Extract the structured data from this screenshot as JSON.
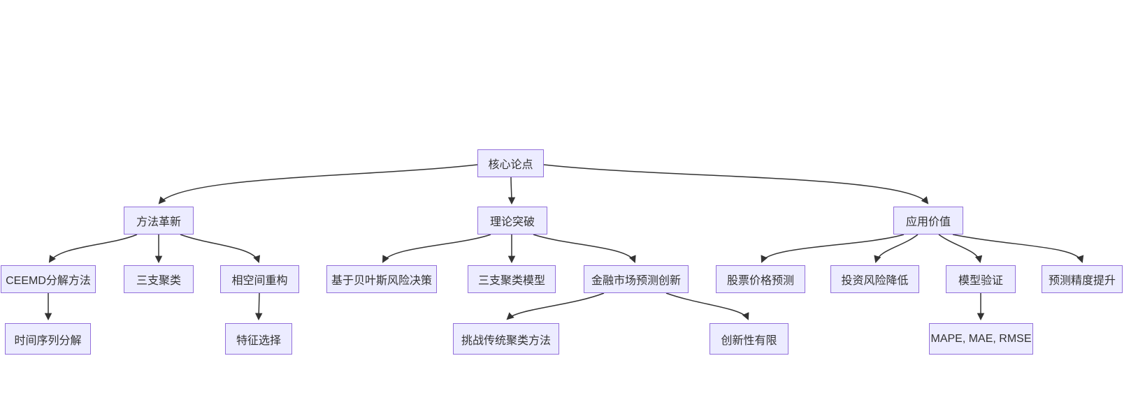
{
  "diagram": {
    "type": "flowchart-top-down",
    "colors": {
      "background": "#ffffff",
      "node_fill": "#ECECFF",
      "node_border": "#9370DB",
      "text": "#333333",
      "edge": "#333333"
    },
    "nodes": {
      "core-thesis": "核心论点",
      "method-innovation": "方法革新",
      "theory-breakthrough": "理论突破",
      "application-value": "应用价值",
      "ceemd": "CEEMD分解方法",
      "three-way-clustering": "三支聚类",
      "phase-space": "相空间重构",
      "bayesian-risk": "基于贝叶斯风险决策",
      "twc-model": "三支聚类模型",
      "financial-innovation": "金融市场预测创新",
      "stock-prediction": "股票价格预测",
      "investment-risk": "投资风险降低",
      "model-validation": "模型验证",
      "prediction-accuracy": "预测精度提升",
      "time-series-decomposition": "时间序列分解",
      "feature-selection": "特征选择",
      "challenge-traditional": "挑战传统聚类方法",
      "limited-innovation": "创新性有限",
      "metrics": "MAPE, MAE, RMSE"
    },
    "edges": [
      {
        "from": "core-thesis",
        "to": "method-innovation"
      },
      {
        "from": "core-thesis",
        "to": "theory-breakthrough"
      },
      {
        "from": "core-thesis",
        "to": "application-value"
      },
      {
        "from": "method-innovation",
        "to": "ceemd"
      },
      {
        "from": "method-innovation",
        "to": "three-way-clustering"
      },
      {
        "from": "method-innovation",
        "to": "phase-space"
      },
      {
        "from": "theory-breakthrough",
        "to": "bayesian-risk"
      },
      {
        "from": "theory-breakthrough",
        "to": "twc-model"
      },
      {
        "from": "theory-breakthrough",
        "to": "financial-innovation"
      },
      {
        "from": "application-value",
        "to": "stock-prediction"
      },
      {
        "from": "application-value",
        "to": "investment-risk"
      },
      {
        "from": "application-value",
        "to": "model-validation"
      },
      {
        "from": "application-value",
        "to": "prediction-accuracy"
      },
      {
        "from": "ceemd",
        "to": "time-series-decomposition"
      },
      {
        "from": "phase-space",
        "to": "feature-selection"
      },
      {
        "from": "financial-innovation",
        "to": "challenge-traditional"
      },
      {
        "from": "financial-innovation",
        "to": "limited-innovation"
      },
      {
        "from": "model-validation",
        "to": "metrics"
      }
    ]
  }
}
